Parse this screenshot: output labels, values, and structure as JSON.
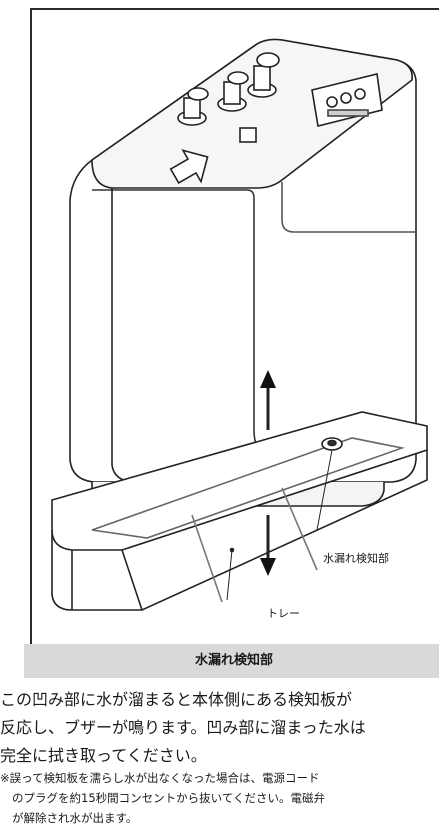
{
  "figure": {
    "label_sensor": "水漏れ検知部",
    "label_tray": "トレー"
  },
  "section": {
    "title": "水漏れ検知部"
  },
  "description": {
    "lines": [
      "この凹み部に水が溜まると本体側にある検知板が",
      "反応し、ブザーが鳴ります。凹み部に溜まった水は",
      "完全に拭き取ってください。"
    ]
  },
  "note": {
    "lines": [
      "※誤って検知板を濡らし水が出なくなった場合は、電源コード",
      "のプラグを約15秒間コンセントから抜いてください。電磁弁",
      "が解除され水が出ます。"
    ]
  }
}
